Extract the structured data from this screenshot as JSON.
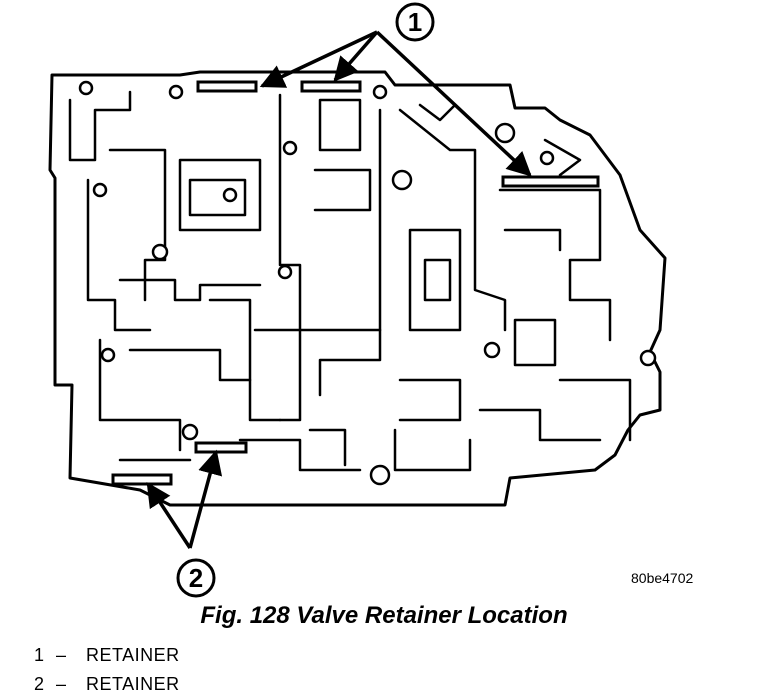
{
  "callouts": [
    {
      "number": "1"
    },
    {
      "number": "2"
    }
  ],
  "figure_code": "80be4702",
  "caption": "Fig. 128 Valve Retainer Location",
  "legend": [
    {
      "number": "1",
      "dash": "–",
      "label": "RETAINER"
    },
    {
      "number": "2",
      "dash": "–",
      "label": "RETAINER"
    }
  ]
}
